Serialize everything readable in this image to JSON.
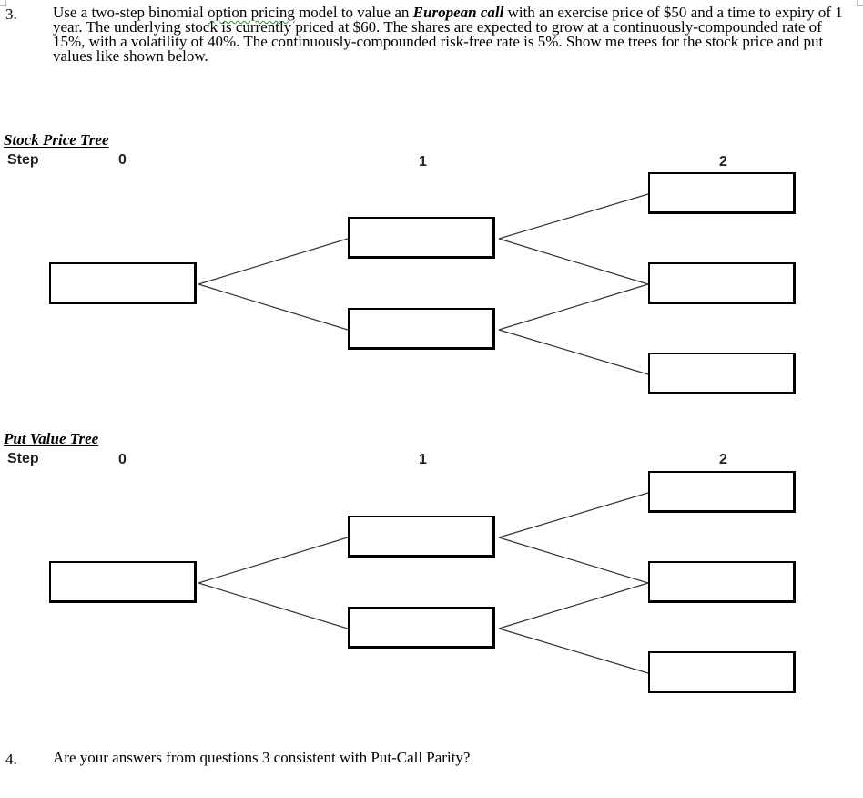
{
  "q3": {
    "number": "3.",
    "text_a": "Use a two-step binomial ",
    "text_squiggle": "option pricing",
    "text_b": " model to value an ",
    "text_bold": "European call",
    "text_c": " with an exercise price of $50 and a time to expiry of 1 year. The underlying stock is currently priced at $60. The shares are expected to grow at a continuously-compounded rate of 15%, with a volatility of 40%. The continuously-compounded risk-free rate is 5%. Show me trees for the stock price and put values like shown below."
  },
  "stock_tree": {
    "title": "Stock Price Tree",
    "step_label": "Step",
    "steps": [
      "0",
      "1",
      "2"
    ]
  },
  "put_tree": {
    "title": "Put Value Tree",
    "step_label": "Step",
    "steps": [
      "0",
      "1",
      "2"
    ]
  },
  "q4": {
    "number": "4.",
    "text": "Are your answers from questions 3 consistent with Put-Call Parity?"
  }
}
